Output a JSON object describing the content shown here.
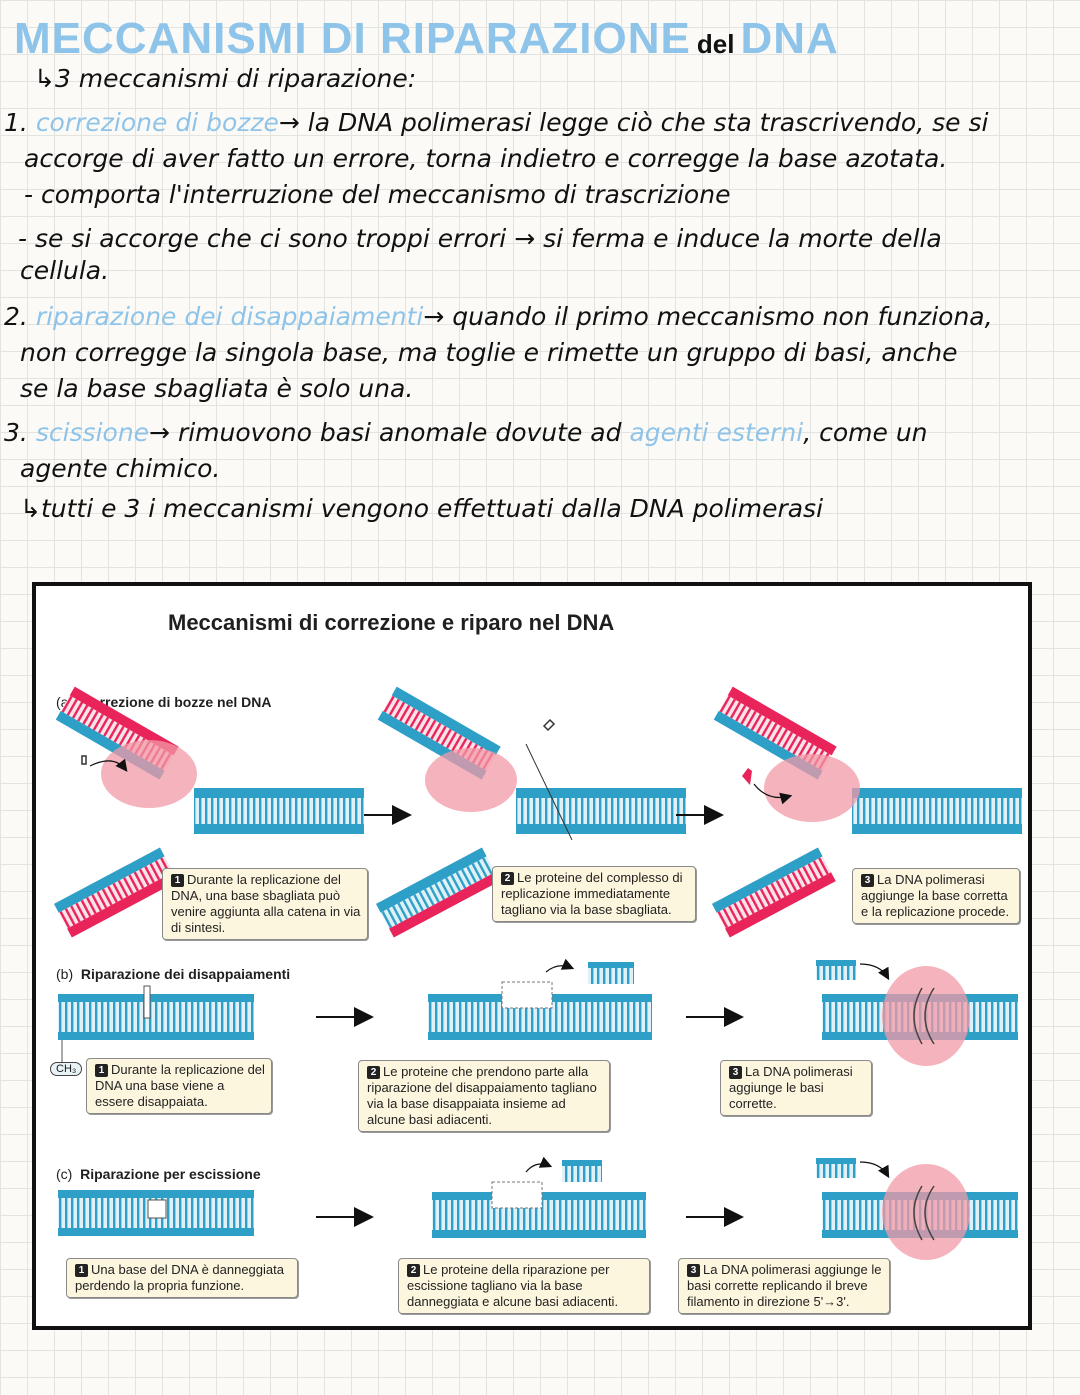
{
  "notes": {
    "title_main": "MECCANISMI DI RIPARAZIONE",
    "title_connector": "del",
    "title_end": "DNA",
    "intro": "↳3 meccanismi di riparazione:",
    "item1_num": "1.",
    "item1_key": "correzione di bozze",
    "item1_line1": "→ la DNA polimerasi legge ciò che sta trascrivendo, se si",
    "item1_line2": "accorge di aver fatto un errore, torna indietro e corregge la base azotata.",
    "item1_line3": "- comporta l'interruzione del meccanismo di trascrizione",
    "item1_line4": "- se si accorge che ci sono troppi errori → si ferma e induce la morte della",
    "item1_line5": "cellula.",
    "item2_num": "2.",
    "item2_key": "riparazione dei disappaiamenti",
    "item2_line1": "→ quando il primo meccanismo non funziona,",
    "item2_line2": "non corregge la singola base, ma toglie e rimette un gruppo di basi, anche",
    "item2_line3": "se la base sbagliata è solo una.",
    "item3_num": "3.",
    "item3_key": "scissione",
    "item3_mid": "→ rimuovono basi anomale dovute ad",
    "item3_key2": "agenti esterni",
    "item3_end": ", come un",
    "item3_line2": "agente chimico.",
    "summary": "↳tutti e 3 i meccanismi vengono effettuati dalla DNA polimerasi"
  },
  "figure": {
    "title": "Meccanismi di correzione e riparo nel DNA",
    "section_a": {
      "letter": "(a)",
      "label": "Correzione di bozze nel DNA"
    },
    "section_b": {
      "letter": "(b)",
      "label": "Riparazione dei disappaiamenti"
    },
    "section_c": {
      "letter": "(c)",
      "label": "Riparazione per escissione"
    },
    "ch3_label": "CH₃",
    "captions": {
      "a1": {
        "num": "1",
        "text": "Durante la replicazione del DNA, una base sbagliata può venire aggiunta alla catena in via di sintesi."
      },
      "a2": {
        "num": "2",
        "text": "Le proteine del complesso di replicazione immediatamente tagliano via la base sbagliata."
      },
      "a3": {
        "num": "3",
        "text": "La DNA polimerasi aggiunge la base corretta e la replicazione procede."
      },
      "b1": {
        "num": "1",
        "text": "Durante la replicazione del DNA una base viene a essere disappaiata."
      },
      "b2": {
        "num": "2",
        "text": "Le proteine che prendono parte alla riparazione del disappaiamento tagliano via la base disappaiata insieme ad alcune basi adiacenti."
      },
      "b3": {
        "num": "3",
        "text": "La DNA polimerasi aggiunge le basi corrette."
      },
      "c1": {
        "num": "1",
        "text": "Una base del DNA è danneggiata perdendo la propria funzione."
      },
      "c2": {
        "num": "2",
        "text": "Le proteine della riparazione per escissione tagliano via la base danneggiata e alcune basi adiacenti."
      },
      "c3": {
        "num": "3",
        "text": "La DNA polimerasi aggiunge le basi corrette replicando il breve filamento in direzione 5'→3'."
      }
    },
    "colors": {
      "strand_blue": "#2e9fc7",
      "strand_red": "#e8245a",
      "enzyme_pink": "#f29aa7",
      "caption_bg": "#fdf6de"
    }
  }
}
